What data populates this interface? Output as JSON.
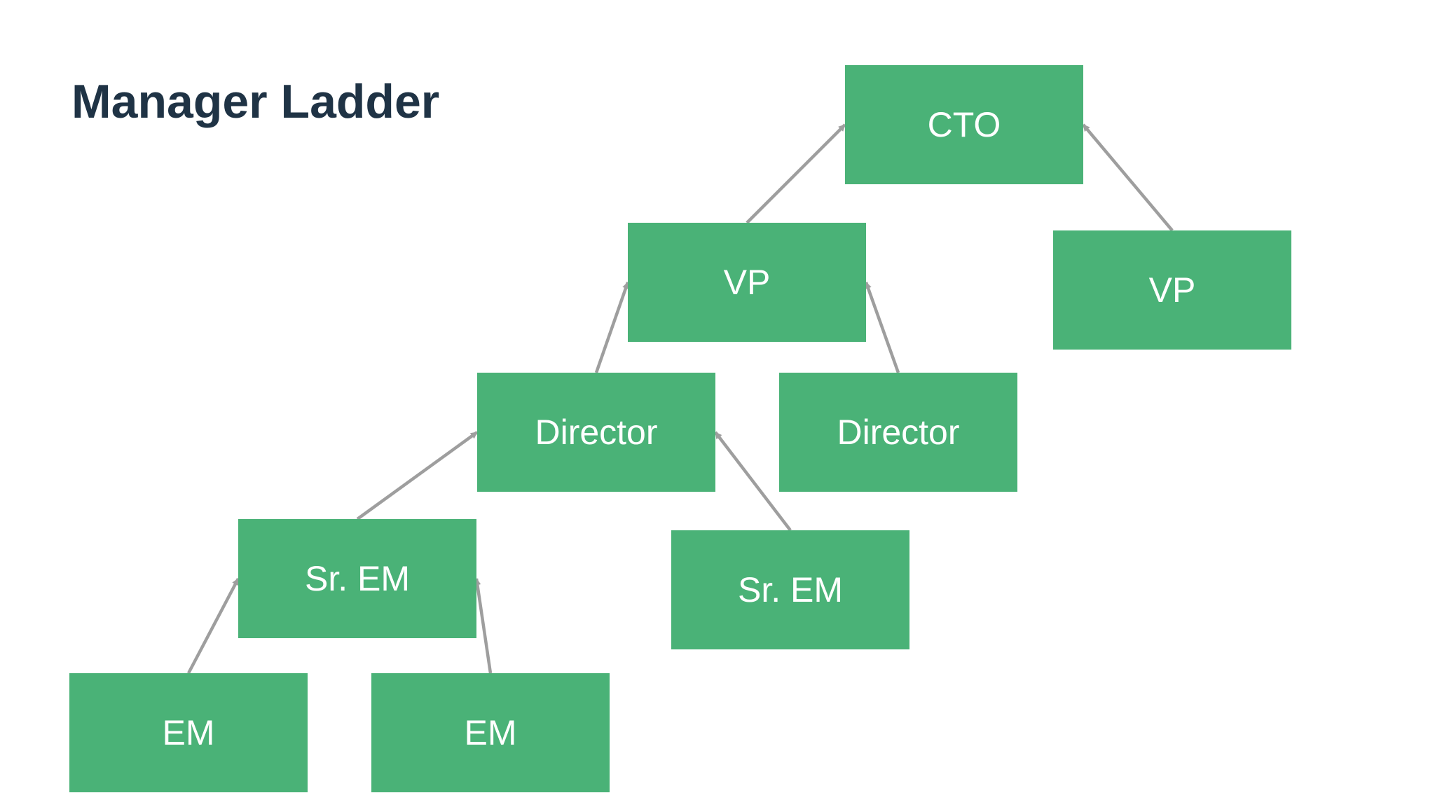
{
  "title": "Manager Ladder",
  "colors": {
    "node_fill": "#4ab277",
    "node_text": "#ffffff",
    "arrow": "#9e9e9e",
    "title_text": "#1f3345",
    "background": "#ffffff"
  },
  "nodes": {
    "cto": {
      "label": "CTO"
    },
    "vp_left": {
      "label": "VP"
    },
    "vp_right": {
      "label": "VP"
    },
    "director_left": {
      "label": "Director"
    },
    "director_right": {
      "label": "Director"
    },
    "sr_em_left": {
      "label": "Sr. EM"
    },
    "sr_em_right": {
      "label": "Sr. EM"
    },
    "em_left": {
      "label": "EM"
    },
    "em_right": {
      "label": "EM"
    }
  },
  "edges": [
    {
      "from": "vp_left",
      "to": "cto"
    },
    {
      "from": "vp_right",
      "to": "cto"
    },
    {
      "from": "director_left",
      "to": "vp_left"
    },
    {
      "from": "director_right",
      "to": "vp_left"
    },
    {
      "from": "sr_em_left",
      "to": "director_left"
    },
    {
      "from": "sr_em_right",
      "to": "director_left"
    },
    {
      "from": "em_left",
      "to": "sr_em_left"
    },
    {
      "from": "em_right",
      "to": "sr_em_left"
    }
  ]
}
